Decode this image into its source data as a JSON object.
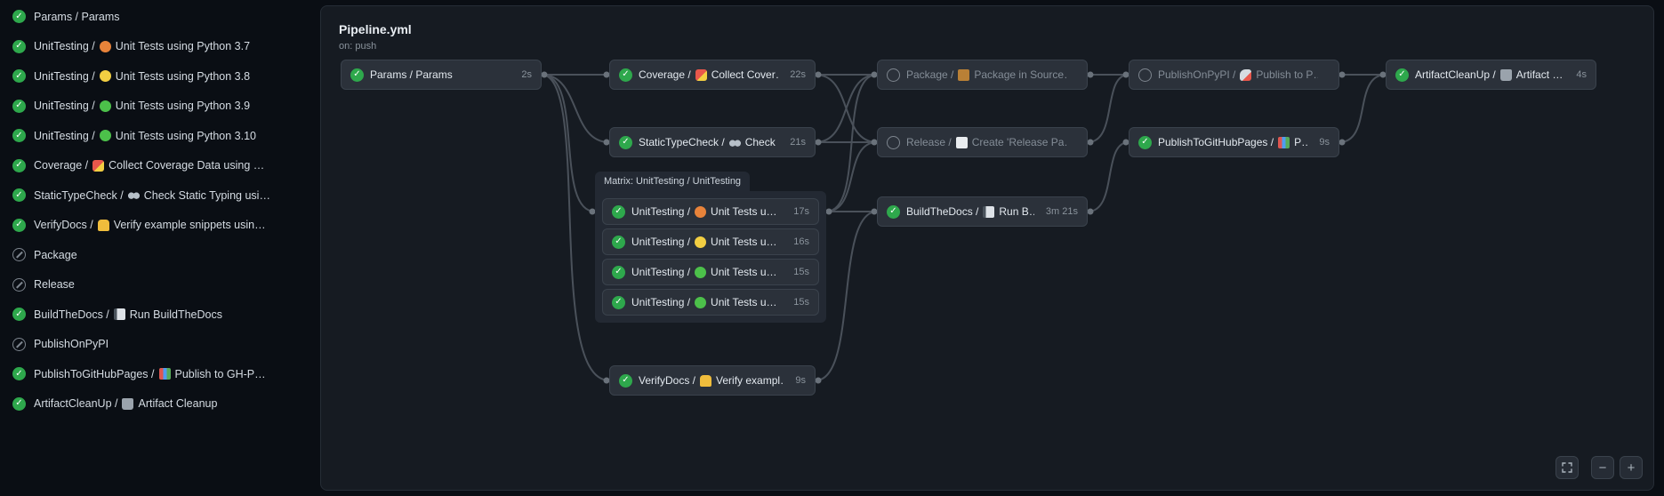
{
  "header": {
    "title": "Pipeline.yml",
    "trigger": "on: push"
  },
  "sidebar": {
    "items": [
      {
        "status": "success",
        "pre": "Params / Params",
        "icon": "",
        "post": ""
      },
      {
        "status": "success",
        "pre": "UnitTesting /",
        "icon": "orange-circle",
        "post": "Unit Tests using Python 3.7"
      },
      {
        "status": "success",
        "pre": "UnitTesting /",
        "icon": "yellow-circle",
        "post": "Unit Tests using Python 3.8"
      },
      {
        "status": "success",
        "pre": "UnitTesting /",
        "icon": "green-circle",
        "post": "Unit Tests using Python 3.9"
      },
      {
        "status": "success",
        "pre": "UnitTesting /",
        "icon": "green-circle",
        "post": "Unit Tests using Python 3.10"
      },
      {
        "status": "success",
        "pre": "Coverage /",
        "icon": "chart",
        "post": "Collect Coverage Data using …"
      },
      {
        "status": "success",
        "pre": "StaticTypeCheck /",
        "icon": "glasses",
        "post": "Check Static Typing usi…"
      },
      {
        "status": "success",
        "pre": "VerifyDocs /",
        "icon": "thumbs-up",
        "post": "Verify example snippets usin…"
      },
      {
        "status": "skipped",
        "pre": "Package",
        "icon": "",
        "post": ""
      },
      {
        "status": "skipped",
        "pre": "Release",
        "icon": "",
        "post": ""
      },
      {
        "status": "success",
        "pre": "BuildTheDocs /",
        "icon": "notebook",
        "post": "Run BuildTheDocs"
      },
      {
        "status": "skipped",
        "pre": "PublishOnPyPI",
        "icon": "",
        "post": ""
      },
      {
        "status": "success",
        "pre": "PublishToGitHubPages /",
        "icon": "books",
        "post": "Publish to GH-P…"
      },
      {
        "status": "success",
        "pre": "ArtifactCleanUp /",
        "icon": "trash",
        "post": "Artifact Cleanup"
      }
    ]
  },
  "graph": {
    "nodes": [
      {
        "key": "params",
        "status": "success",
        "pre": "Params / Params",
        "icon": "",
        "post": "",
        "time": "2s"
      },
      {
        "key": "coverage",
        "status": "success",
        "pre": "Coverage /",
        "icon": "chart",
        "post": "Collect Cover…",
        "time": "22s"
      },
      {
        "key": "statictypecheck",
        "status": "success",
        "pre": "StaticTypeCheck /",
        "icon": "glasses",
        "post": "Check …",
        "time": "21s"
      },
      {
        "key": "verifydocs",
        "status": "success",
        "pre": "VerifyDocs /",
        "icon": "thumbs-up",
        "post": "Verify exampl…",
        "time": "9s"
      },
      {
        "key": "package",
        "status": "skipped",
        "pre": "Package /",
        "icon": "package",
        "post": "Package in Source…",
        "time": ""
      },
      {
        "key": "release",
        "status": "skipped",
        "pre": "Release /",
        "icon": "memo",
        "post": "Create 'Release Pa…",
        "time": ""
      },
      {
        "key": "buildthedocs",
        "status": "success",
        "pre": "BuildTheDocs /",
        "icon": "notebook",
        "post": "Run B…",
        "time": "3m 21s"
      },
      {
        "key": "publishonpypi",
        "status": "skipped",
        "pre": "PublishOnPyPI /",
        "icon": "rocket",
        "post": "Publish to P…",
        "time": ""
      },
      {
        "key": "publishtogithubpages",
        "status": "success",
        "pre": "PublishToGitHubPages /",
        "icon": "books",
        "post": "P…",
        "time": "9s"
      },
      {
        "key": "artifactcleanup",
        "status": "success",
        "pre": "ArtifactCleanUp /",
        "icon": "trash",
        "post": "Artifact …",
        "time": "4s"
      }
    ],
    "matrix": {
      "label": "Matrix: UnitTesting / UnitTesting",
      "nodes": [
        {
          "status": "success",
          "pre": "UnitTesting /",
          "icon": "orange-circle",
          "post": "Unit Tests u…",
          "time": "17s"
        },
        {
          "status": "success",
          "pre": "UnitTesting /",
          "icon": "yellow-circle",
          "post": "Unit Tests u…",
          "time": "16s"
        },
        {
          "status": "success",
          "pre": "UnitTesting /",
          "icon": "green-circle",
          "post": "Unit Tests u…",
          "time": "15s"
        },
        {
          "status": "success",
          "pre": "UnitTesting /",
          "icon": "green-circle",
          "post": "Unit Tests u…",
          "time": "15s"
        }
      ]
    }
  },
  "zoom": {
    "minus": "−",
    "plus": "+"
  },
  "colors": {
    "success": "#2ea84c",
    "skipped": "#7d858e",
    "edge": "#4a515a",
    "panel": "#161b22",
    "node": "#2b313a"
  }
}
